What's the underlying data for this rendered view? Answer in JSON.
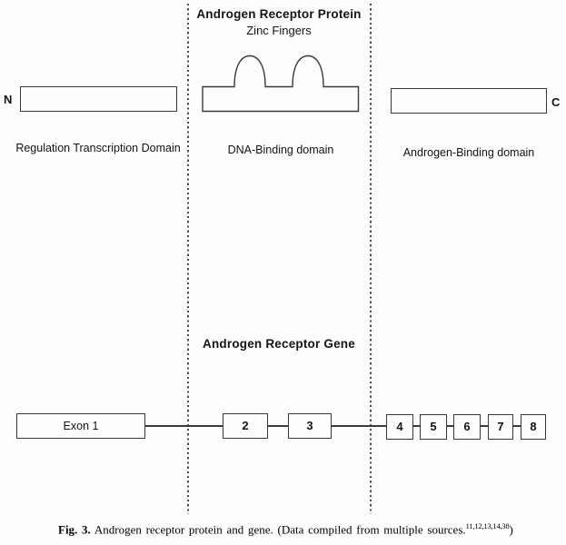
{
  "figure": {
    "protein": {
      "title": "Androgen Receptor Protein",
      "subtitle": "Zinc Fingers",
      "n_terminus": "N",
      "c_terminus": "C",
      "domains": [
        {
          "name": "Regulation Transcription Domain"
        },
        {
          "name": "DNA-Binding domain"
        },
        {
          "name": "Androgen-Binding domain"
        }
      ]
    },
    "gene": {
      "title": "Androgen Receptor Gene",
      "exons": [
        "Exon 1",
        "2",
        "3",
        "4",
        "5",
        "6",
        "7",
        "8"
      ]
    },
    "caption": {
      "label": "Fig. 3.",
      "text": " Androgen receptor protein and gene. (Data compiled from multiple sources.",
      "references": "11,12,13,14,38",
      "closing": ")"
    },
    "colors": {
      "line": "#3a3a3a",
      "text": "#141414",
      "bg": "#fdfdfc"
    }
  }
}
